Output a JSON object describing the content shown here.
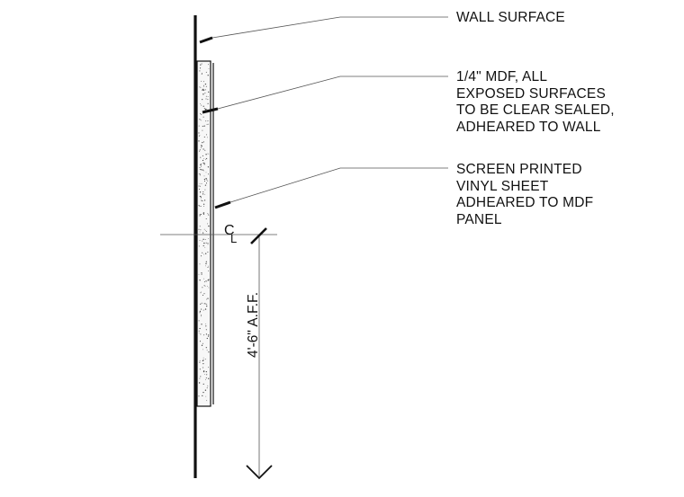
{
  "notes": {
    "wall_surface": [
      "WALL SURFACE"
    ],
    "mdf": [
      "1/4\" MDF, ALL",
      "EXPOSED SURFACES",
      "TO BE CLEAR SEALED,",
      "ADHEARED TO WALL"
    ],
    "vinyl": [
      "SCREEN PRINTED",
      "VINYL SHEET",
      "ADHEARED TO MDF",
      "PANEL"
    ]
  },
  "dimension": {
    "label": "4'-6\" A.F.F."
  },
  "centerline": {
    "symbol": "C",
    "subscript": "L"
  },
  "colors": {
    "ink": "#111111",
    "leader": "#555555",
    "panel_fill": "#f7f7f7"
  }
}
